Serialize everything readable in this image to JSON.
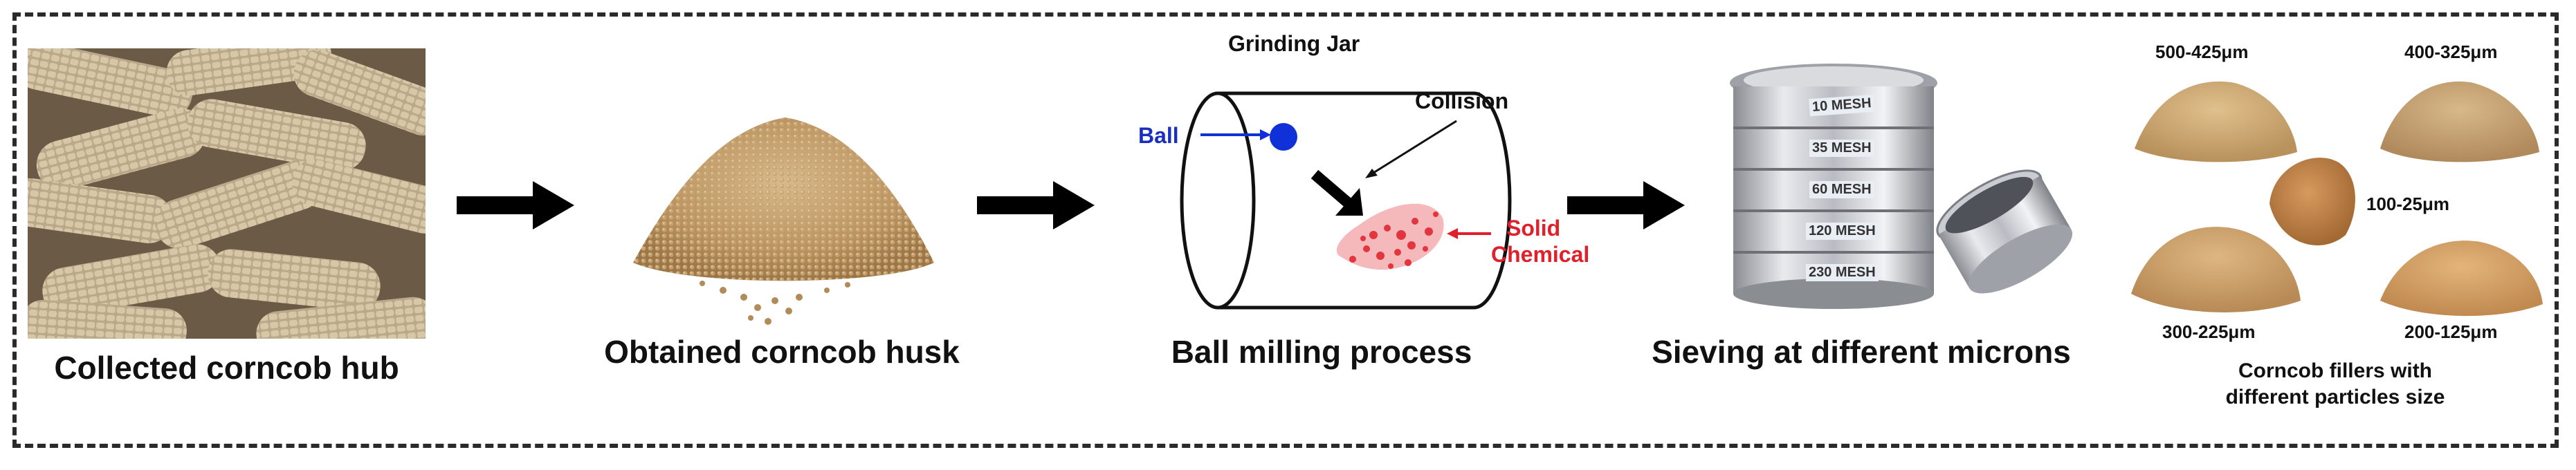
{
  "steps": [
    {
      "caption": "Collected corncob hub"
    },
    {
      "caption": "Obtained corncob husk"
    },
    {
      "caption": "Ball milling process"
    },
    {
      "caption": "Sieving at different microns"
    },
    {
      "caption": "Corncob fillers with different particles size",
      "caption_line1": "Corncob fillers with",
      "caption_line2": "different particles size"
    }
  ],
  "ball_mill": {
    "jar_label": "Grinding Jar",
    "ball_label": "Ball",
    "collision_label": "Collision",
    "solid_label_line1": "Solid",
    "solid_label_line2": "Chemical"
  },
  "sieve_labels": [
    "10 MESH",
    "35 MESH",
    "60 MESH",
    "120 MESH",
    "230 MESH"
  ],
  "particle_sizes": {
    "top_left": "500-425μm",
    "top_right": "400-325μm",
    "center": "100-25μm",
    "bottom_left": "300-225μm",
    "bottom_right": "200-125μm"
  },
  "colors": {
    "ball": "#1030d8",
    "solid_chemical": "#e0202a",
    "arrow": "#000000",
    "ball_label": "#1a2fc0"
  }
}
